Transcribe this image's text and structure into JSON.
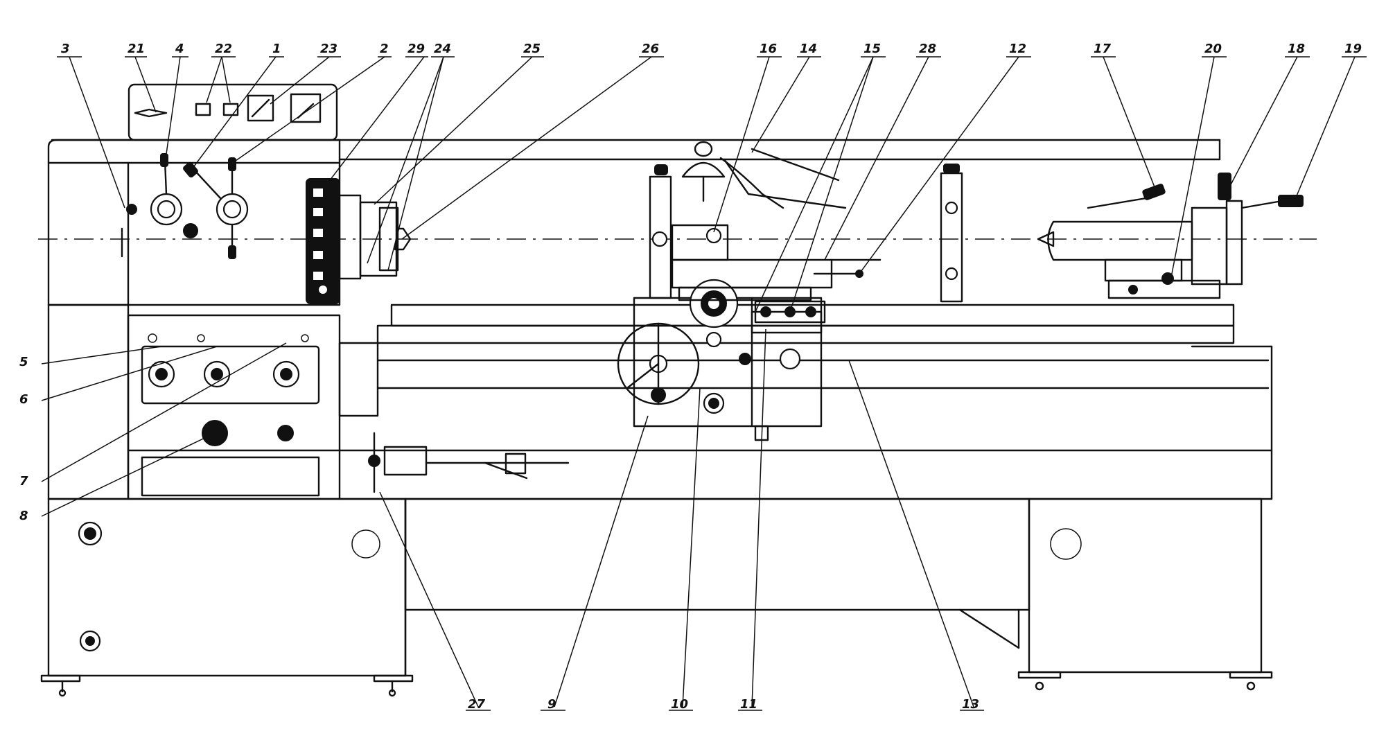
{
  "callouts": [
    {
      "label": "3"
    },
    {
      "label": "21"
    },
    {
      "label": "4"
    },
    {
      "label": "22"
    },
    {
      "label": "1"
    },
    {
      "label": "23"
    },
    {
      "label": "2"
    },
    {
      "label": "29"
    },
    {
      "label": "24"
    },
    {
      "label": "25"
    },
    {
      "label": "26"
    },
    {
      "label": "16"
    },
    {
      "label": "14"
    },
    {
      "label": "15"
    },
    {
      "label": "28"
    },
    {
      "label": "12"
    },
    {
      "label": "17"
    },
    {
      "label": "20"
    },
    {
      "label": "18"
    },
    {
      "label": "19"
    },
    {
      "label": "5"
    },
    {
      "label": "6"
    },
    {
      "label": "7"
    },
    {
      "label": "8"
    },
    {
      "label": "27"
    },
    {
      "label": "9"
    },
    {
      "label": "10"
    },
    {
      "label": "11"
    },
    {
      "label": "13"
    }
  ]
}
